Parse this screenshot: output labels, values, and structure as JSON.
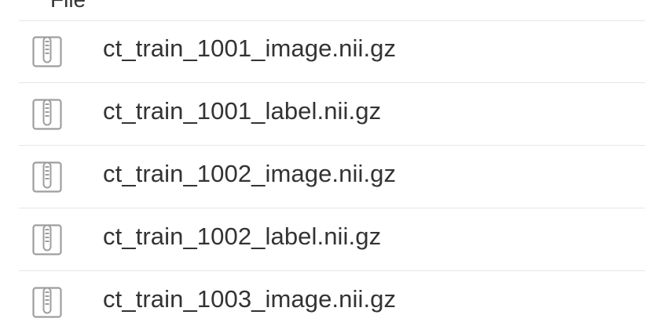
{
  "header": {
    "cut_off_text": "File"
  },
  "files": [
    {
      "name": "ct_train_1001_image.nii.gz",
      "icon": "archive-icon"
    },
    {
      "name": "ct_train_1001_label.nii.gz",
      "icon": "archive-icon"
    },
    {
      "name": "ct_train_1002_image.nii.gz",
      "icon": "archive-icon"
    },
    {
      "name": "ct_train_1002_label.nii.gz",
      "icon": "archive-icon"
    },
    {
      "name": "ct_train_1003_image.nii.gz",
      "icon": "archive-icon"
    }
  ]
}
